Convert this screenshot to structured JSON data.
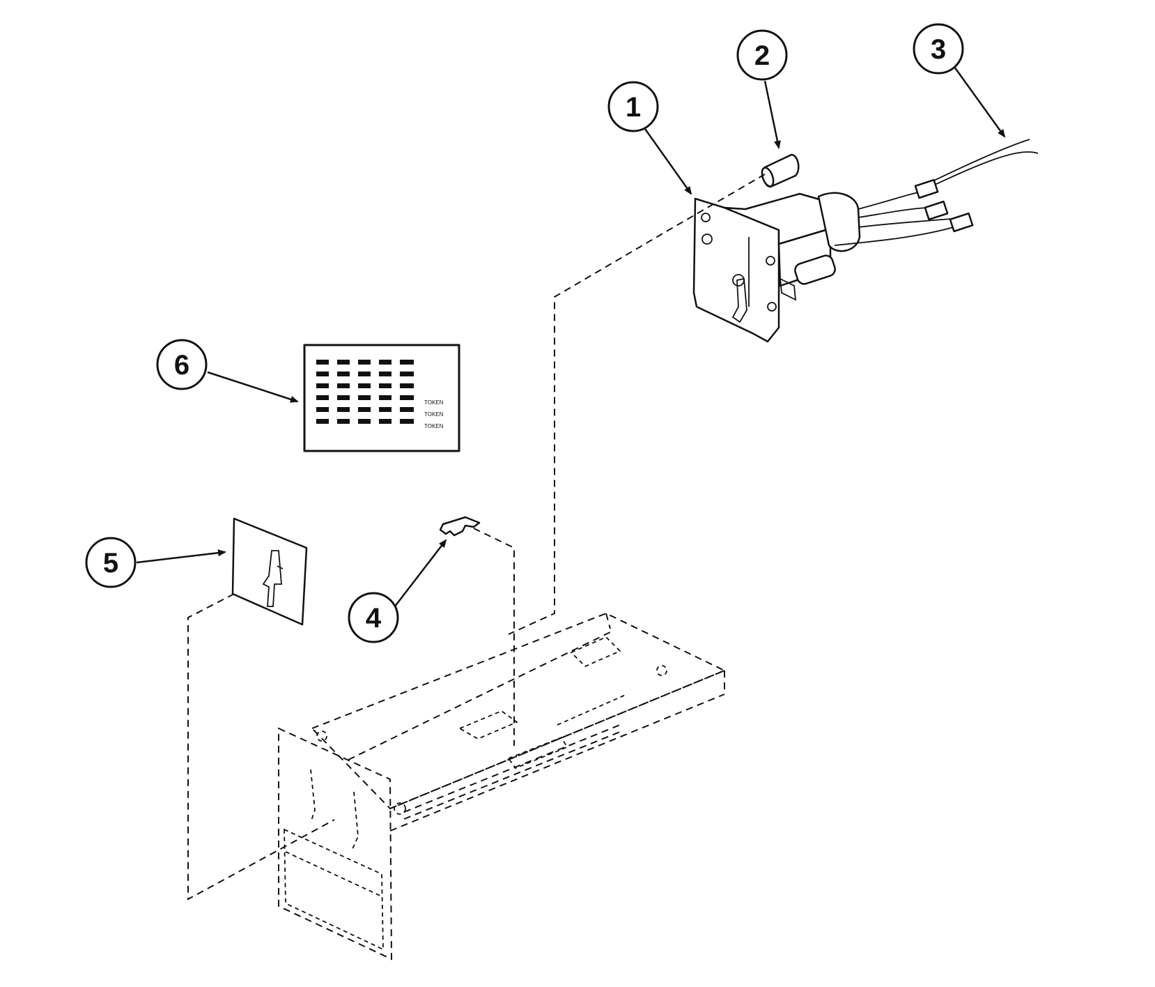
{
  "callouts": [
    "1",
    "2",
    "3",
    "4",
    "5",
    "6"
  ],
  "decal": {
    "token_labels": [
      "TOKEN",
      "TOKEN",
      "TOKEN"
    ]
  },
  "colors": {
    "line": "#111111",
    "background": "#ffffff"
  }
}
